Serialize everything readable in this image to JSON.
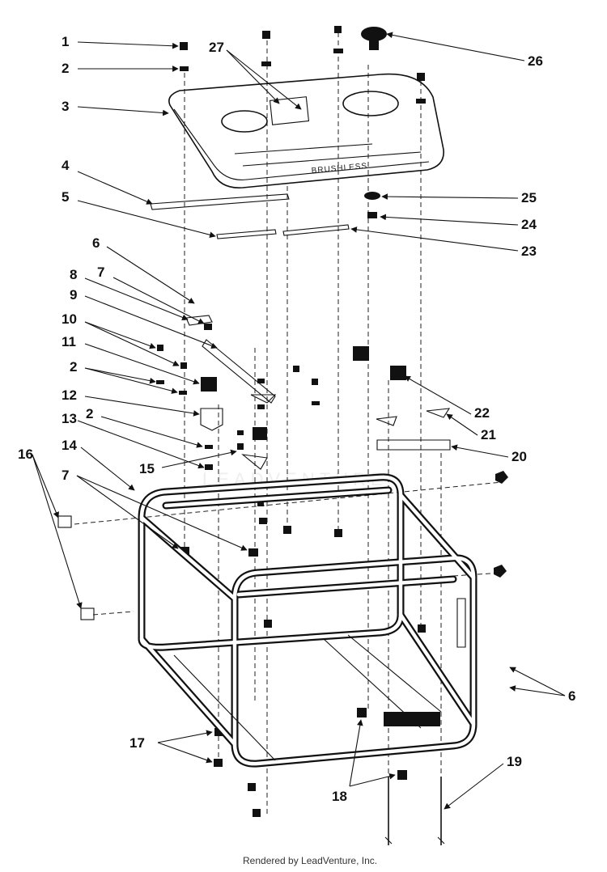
{
  "diagram": {
    "callouts": [
      "1",
      "2",
      "3",
      "4",
      "5",
      "6",
      "7",
      "8",
      "9",
      "10",
      "11",
      "2",
      "12",
      "13",
      "2",
      "14",
      "15",
      "16",
      "7",
      "17",
      "18",
      "19",
      "20",
      "21",
      "22",
      "23",
      "24",
      "25",
      "26",
      "27",
      "6"
    ],
    "tank_stamp": "BRUSHLESS",
    "watermark": "LEADVENTURE"
  },
  "footer": {
    "text": "Rendered by LeadVenture, Inc."
  }
}
